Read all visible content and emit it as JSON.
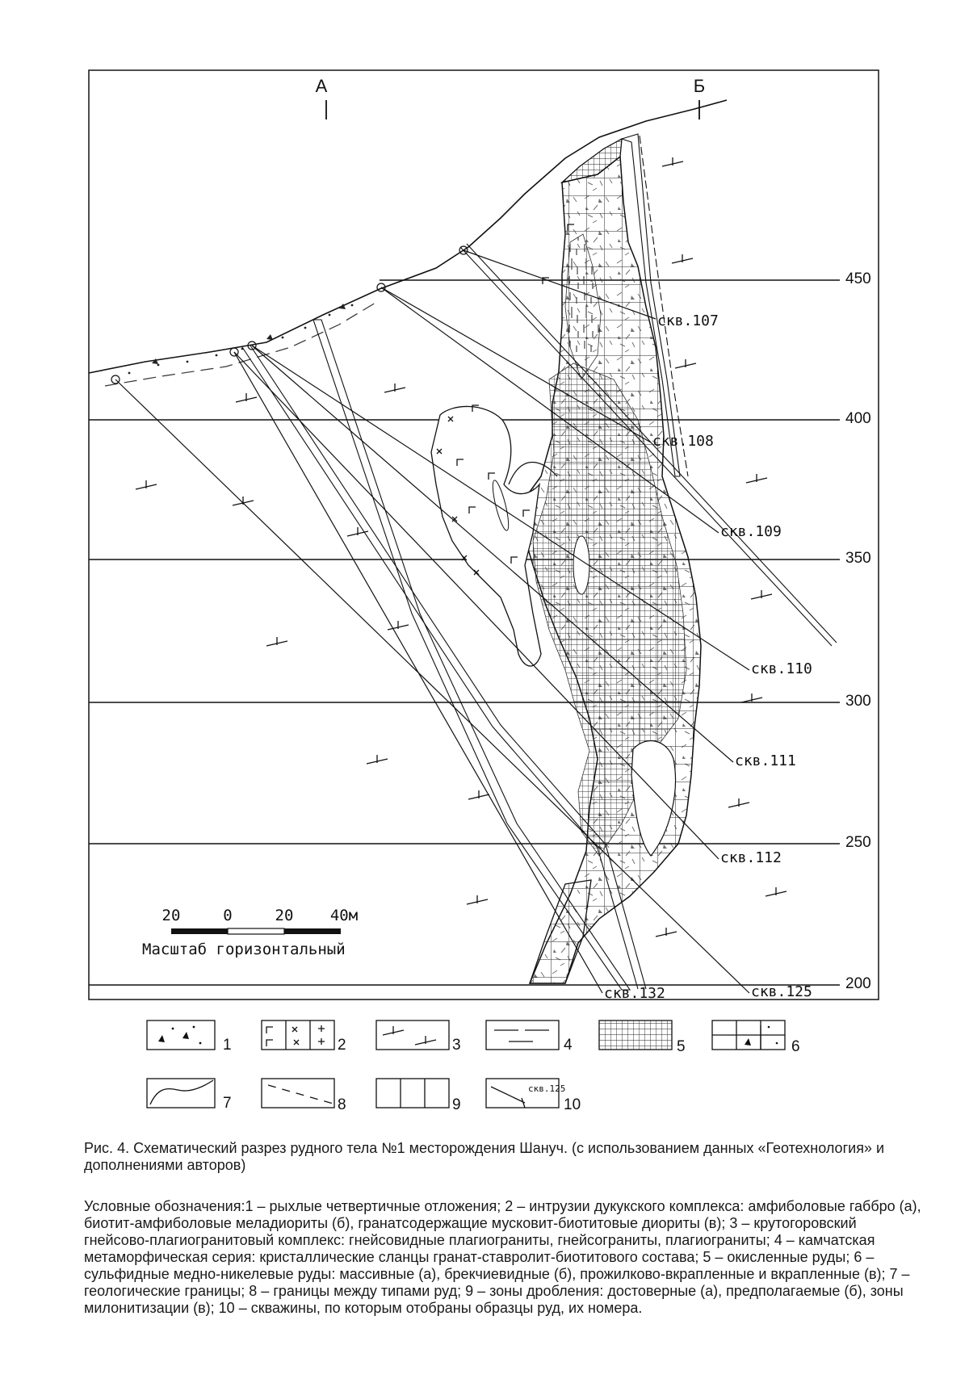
{
  "section": {
    "line_start": "А",
    "line_end": "Б"
  },
  "levels": [
    "450",
    "400",
    "350",
    "300",
    "250",
    "200"
  ],
  "wells": [
    "скв.107",
    "скв.108",
    "скв.109",
    "скв.110",
    "скв.111",
    "скв.112",
    "скв.132",
    "скв.125"
  ],
  "scale": {
    "ticks": [
      "20",
      "0",
      "20",
      "40м"
    ],
    "label": "Масштаб горизонтальный"
  },
  "legend": {
    "numbers": [
      "1",
      "2",
      "3",
      "4",
      "5",
      "6",
      "7",
      "8",
      "9",
      "10"
    ],
    "sample_well": "скв.125"
  },
  "caption": "Рис. 4. Схематический разрез рудного тела №1 месторождения Шануч. (с использованием данных «Геотехнология» и дополнениями авторов)",
  "legend_text": "Условные обозначения:1 – рыхлые четвертичные отложения; 2 – интрузии дукукского комплекса: амфиболовые габбро (а), биотит-амфиболовые меладиориты (б), гранатсодержащие мусковит-биотитовые диориты (в); 3 – крутогоровский гнейсово-плагиогранитовый комплекс: гнейсовидные плагиограниты, гнейсограниты, плагиограниты; 4 – камчатская метаморфическая серия: кристаллические сланцы гранат-ставролит-биотитового состава; 5 – окисленные руды; 6 – сульфидные медно-никелевые руды: массивные (а), брекчиевидные (б), прожилково-вкрапленные и вкрапленные (в); 7 – геологические границы; 8 – границы между типами руд; 9 – зоны дробления: достоверные (а), предполагаемые (б), зоны милонитизации (в); 10 – скважины, по которым отобраны образцы руд, их номера."
}
